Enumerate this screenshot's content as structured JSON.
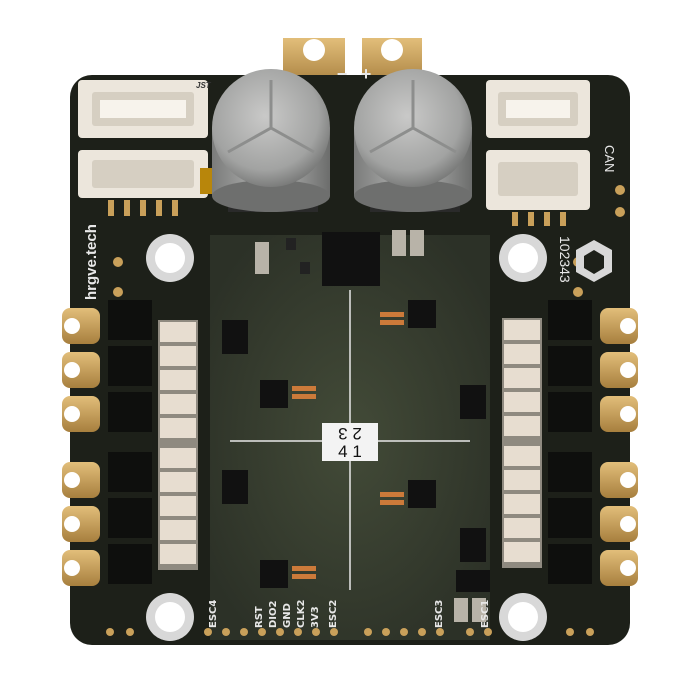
{
  "board": {
    "brand": "hrgve.tech",
    "serial": "102343",
    "can_label": "CAN",
    "jst_label": "JST",
    "quadrant_top": "2 3",
    "quadrant_bottom": "4 1",
    "power_minus": "−",
    "power_plus": "+"
  },
  "pins": {
    "esc4": "ESC4",
    "rst": "RST",
    "dio2": "DIO2",
    "gnd": "GND",
    "clk2": "CLK2",
    "v3v3": "3V3",
    "esc2": "ESC2",
    "esc3": "ESC3",
    "esc1": "ESC1"
  },
  "colors": {
    "pcb": "#1d2019",
    "pcb_center": "#3a4130",
    "gold": "#c9a05a",
    "capacitor": "#a9aaa9",
    "connector": "#ece6dc"
  },
  "icons": {
    "logo": "hexagon-cube-icon"
  }
}
